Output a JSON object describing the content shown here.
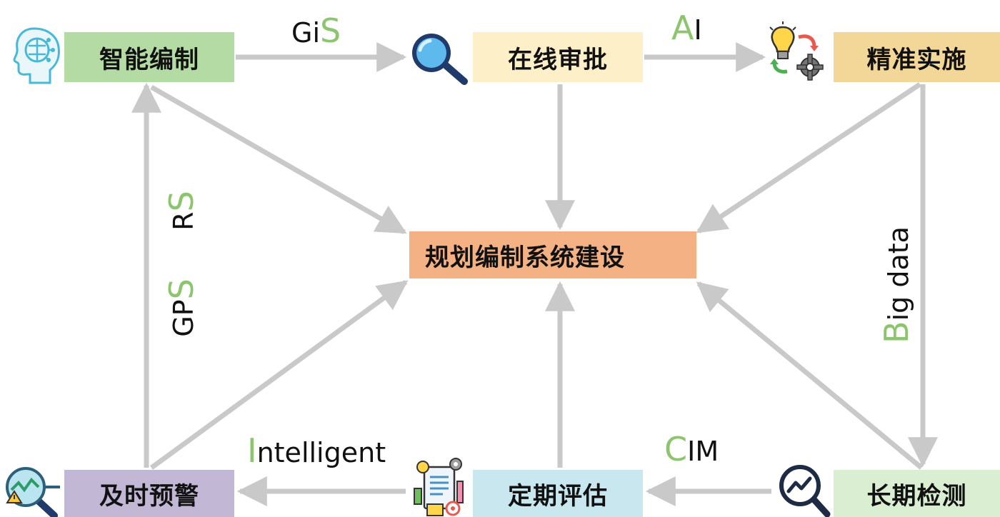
{
  "nodes": {
    "smart_compile": "智能编制",
    "online_approval": "在线审批",
    "precise_implement": "精准实施",
    "center": "规划编制系统建设",
    "early_warning": "及时预警",
    "periodic_eval": "定期评估",
    "long_monitor": "长期检测"
  },
  "labels": {
    "gis": {
      "first": "Gi",
      "accent": "S"
    },
    "ai": {
      "accent": "A",
      "rest": "I"
    },
    "rs": {
      "first": "R",
      "accent": "S"
    },
    "gps": {
      "first": "GP",
      "accent": "S"
    },
    "big_data": {
      "accent": "B",
      "rest": "ig data"
    },
    "intelligent": {
      "accent": "I",
      "rest": "ntelligent"
    },
    "cim": {
      "accent": "C",
      "rest": "IM"
    }
  },
  "colors": {
    "arrow": "#c9c9c9",
    "accent": "#8cc56e",
    "green_box": "#b5dba4",
    "yellow_box": "#fdf0c8",
    "gold_box": "#f2d798",
    "orange_box": "#f4b183",
    "purple_box": "#c3b7d6",
    "blue_box": "#c8e7ef",
    "light_green_box": "#daeed2"
  },
  "icons": [
    "ai-head-icon",
    "magnifier-icon",
    "idea-gear-icon",
    "search-chart-icon",
    "document-report-icon",
    "trend-search-icon"
  ]
}
